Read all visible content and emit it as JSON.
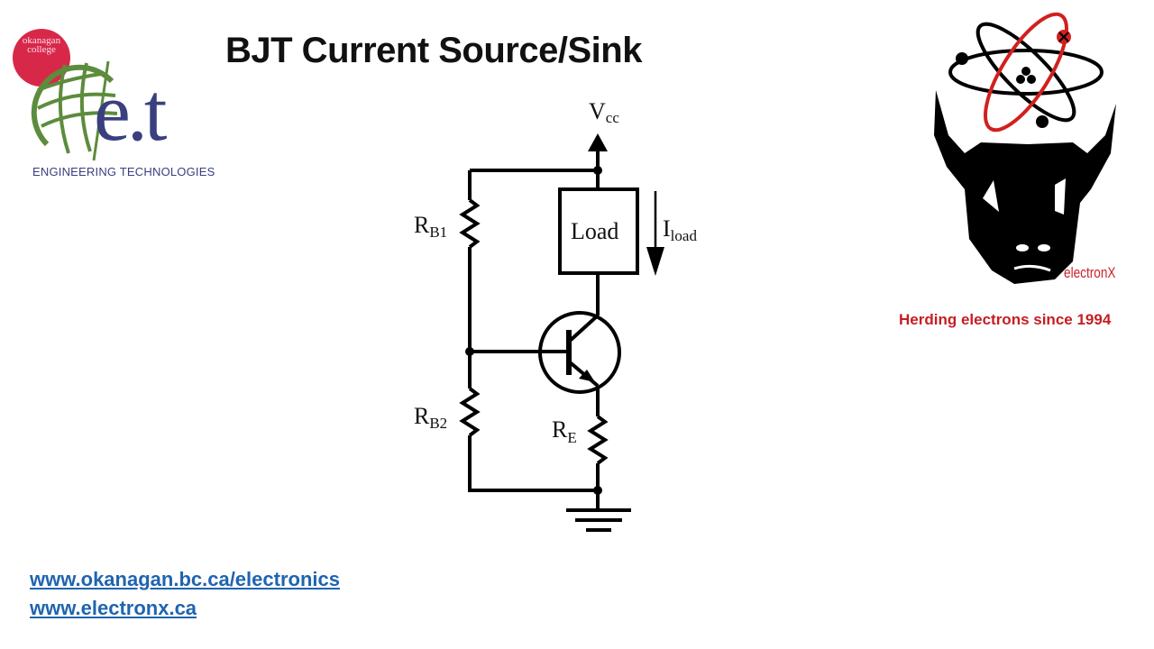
{
  "slide": {
    "title": "BJT Current Source/Sink"
  },
  "logos": {
    "college": {
      "line1": "okanagan",
      "line2": "college",
      "mark": "e.t",
      "subtitle": "ENGINEERING TECHNOLOGIES",
      "red": "#d8284a",
      "green": "#5c8c3c",
      "navy": "#3a3f7e"
    },
    "electronx": {
      "wordmark": "electronX",
      "tagline": "Herding electrons since 1994",
      "red": "#c41e24"
    }
  },
  "circuit": {
    "supply": {
      "main": "V",
      "sub": "cc"
    },
    "load_label": "Load",
    "current": {
      "main": "I",
      "sub": "load"
    },
    "rb1": {
      "main": "R",
      "sub": "B1"
    },
    "rb2": {
      "main": "R",
      "sub": "B2"
    },
    "re": {
      "main": "R",
      "sub": "E"
    },
    "transistor": "npn-bjt"
  },
  "links": [
    "www.okanagan.bc.ca/electronics",
    "www.electronx.ca"
  ]
}
